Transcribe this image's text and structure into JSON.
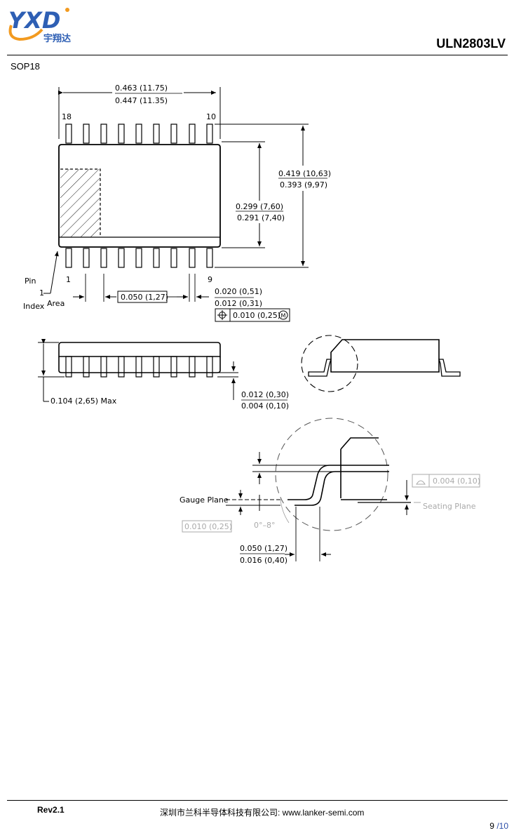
{
  "logo": {
    "mark": "YXD",
    "name_cn": "宇翔达",
    "colors": {
      "blue": "#2e5fb4",
      "orange": "#f29a1f"
    }
  },
  "header": {
    "title": "ULN2803LV"
  },
  "package": {
    "name": "SOP18"
  },
  "top_view": {
    "width_dim_top": "0.463 (11.75)",
    "width_dim_bottom": "0.447 (11.35)",
    "pin_top_left": "18",
    "pin_top_right": "10",
    "pin_bottom_left": "1",
    "pin_bottom_right": "9",
    "total_height_top": "0.419 (10,63)",
    "total_height_bottom": "0.393 (9,97)",
    "body_height_top": "0.299 (7,60)",
    "body_height_bottom": "0.291 (7,40)",
    "pitch": "0.050 (1,27)",
    "lead_width_top": "0.020 (0,51)",
    "lead_width_bottom": "0.012 (0,31)",
    "tolerance": "0.010 (0,25)",
    "tolerance_symbol": "M",
    "pin_label": "Pin",
    "pin_one": "1",
    "index_label": "Index",
    "area_label": "Area"
  },
  "side_view": {
    "max_height": "0.104 (2,65) Max",
    "standoff_top": "0.012 (0,30)",
    "standoff_bottom": "0.004 (0,10)"
  },
  "detail_view": {
    "gauge_plane": "Gauge Plane",
    "seating_plane": "Seating Plane",
    "coplanarity": "0.004 (0,10)",
    "gauge_dim": "0.010 (0,25)",
    "angle": "0°–8°",
    "foot_length_top": "0.050 (1,27)",
    "foot_length_bottom": "0.016 (0,40)"
  },
  "footer": {
    "revision": "Rev2.1",
    "company": "深圳市兰科半导体科技有限公司: www.lanker-semi.com",
    "page_current": "9",
    "page_total": "/10"
  }
}
